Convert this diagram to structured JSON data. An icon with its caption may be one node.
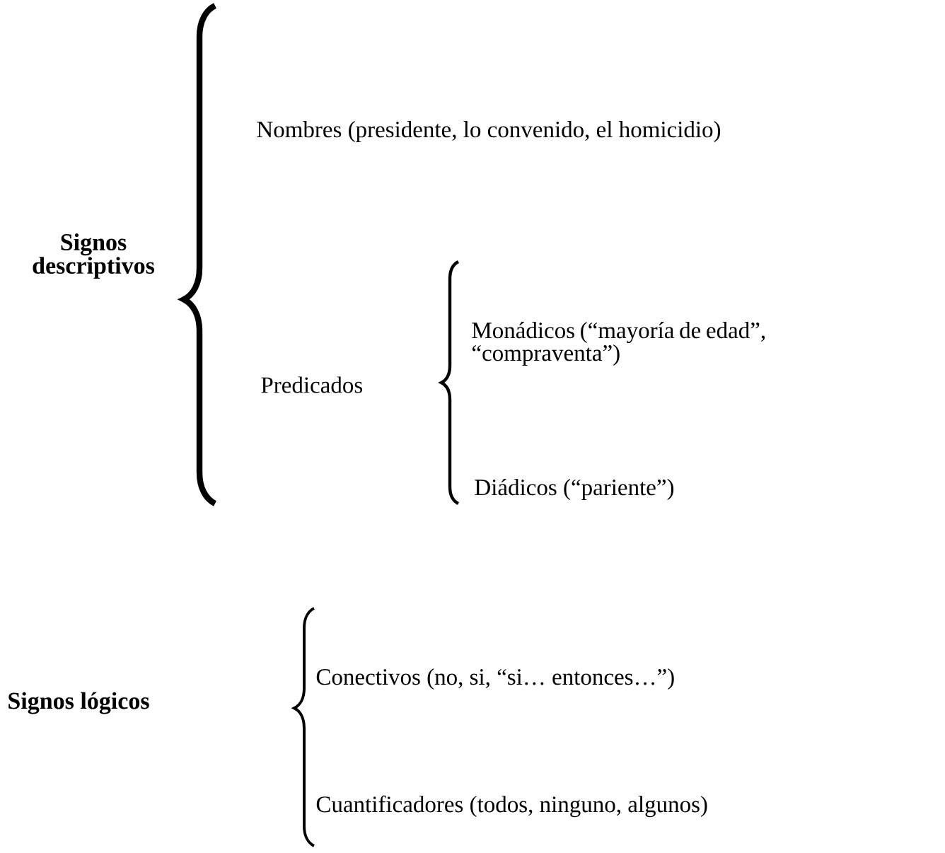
{
  "diagram": {
    "labels": [
      "Nombres (presidente, lo convenido, el homicidio)",
      "Signos descriptivos",
      "Monádicos (“mayoría de edad”, “compraventa”)",
      "Predicados",
      "Diádicos (“pariente”)",
      "Conectivos (no, si, “si… entonces…”)",
      "Signos lógicos",
      "Cuantificadores (todos, ninguno, algunos)"
    ]
  }
}
